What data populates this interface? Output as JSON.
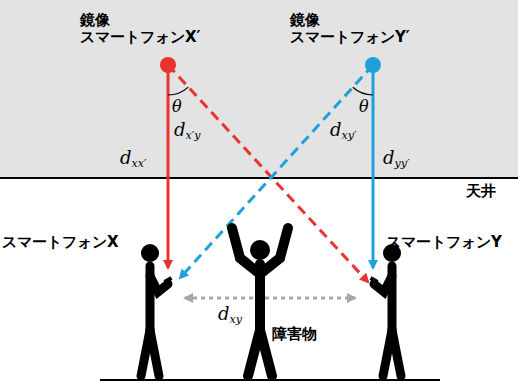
{
  "diagram": {
    "labels": [
      "鏡像 スマートフォンX′",
      "鏡像 スマートフォンY′",
      "dx′y",
      "θ",
      "dxy′",
      "θ",
      "dxx′",
      "dyy′",
      "天井",
      "スマートフォンX",
      "スマートフォンY",
      "dxy",
      "障害物"
    ]
  }
}
